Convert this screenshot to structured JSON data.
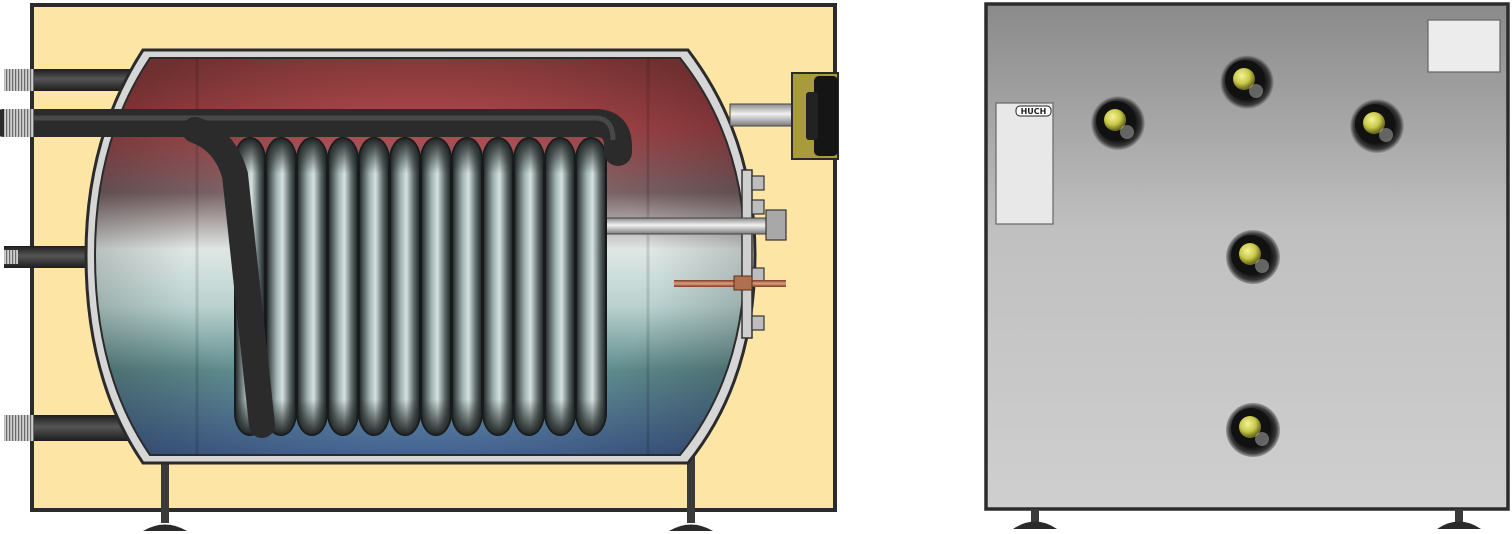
{
  "cutaway": {
    "housing_color": "#fde5a6",
    "coil_turns": 12
  },
  "exterior": {
    "brand_label": "HUCH",
    "connection_count": 5,
    "connection_color": "#c9c94a"
  },
  "colors": {
    "frame": "#2b2b2b",
    "water_hot": "#b04a4a",
    "water_mid": "#cfe4e2",
    "water_cold": "#4a6a9e",
    "pipe": "#2e2e2e"
  }
}
